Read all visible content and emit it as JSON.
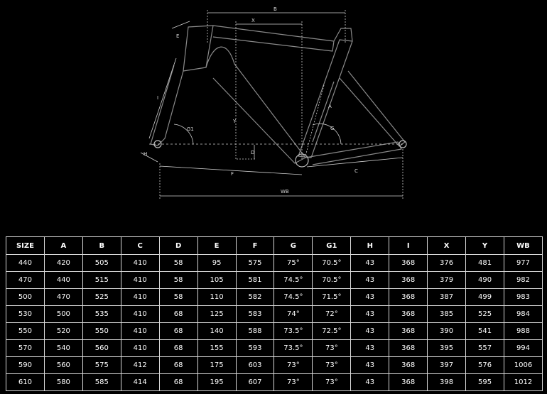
{
  "diagram": {
    "labels": {
      "b": "B",
      "x": "X",
      "e": "E",
      "i": "I",
      "y": "Y",
      "d": "D",
      "a": "A",
      "g": "G",
      "g1": "G1",
      "h": "H",
      "f": "F",
      "c": "C",
      "wb": "WB"
    }
  },
  "table": {
    "headers": [
      "SIZE",
      "A",
      "B",
      "C",
      "D",
      "E",
      "F",
      "G",
      "G1",
      "H",
      "I",
      "X",
      "Y",
      "WB"
    ],
    "rows": [
      [
        "440",
        "420",
        "505",
        "410",
        "58",
        "95",
        "575",
        "75°",
        "70.5°",
        "43",
        "368",
        "376",
        "481",
        "977"
      ],
      [
        "470",
        "440",
        "515",
        "410",
        "58",
        "105",
        "581",
        "74.5°",
        "70.5°",
        "43",
        "368",
        "379",
        "490",
        "982"
      ],
      [
        "500",
        "470",
        "525",
        "410",
        "58",
        "110",
        "582",
        "74.5°",
        "71.5°",
        "43",
        "368",
        "387",
        "499",
        "983"
      ],
      [
        "530",
        "500",
        "535",
        "410",
        "68",
        "125",
        "583",
        "74°",
        "72°",
        "43",
        "368",
        "385",
        "525",
        "984"
      ],
      [
        "550",
        "520",
        "550",
        "410",
        "68",
        "140",
        "588",
        "73.5°",
        "72.5°",
        "43",
        "368",
        "390",
        "541",
        "988"
      ],
      [
        "570",
        "540",
        "560",
        "410",
        "68",
        "155",
        "593",
        "73.5°",
        "73°",
        "43",
        "368",
        "395",
        "557",
        "994"
      ],
      [
        "590",
        "560",
        "575",
        "412",
        "68",
        "175",
        "603",
        "73°",
        "73°",
        "43",
        "368",
        "397",
        "576",
        "1006"
      ],
      [
        "610",
        "580",
        "585",
        "414",
        "68",
        "195",
        "607",
        "73°",
        "73°",
        "43",
        "368",
        "398",
        "595",
        "1012"
      ]
    ]
  }
}
